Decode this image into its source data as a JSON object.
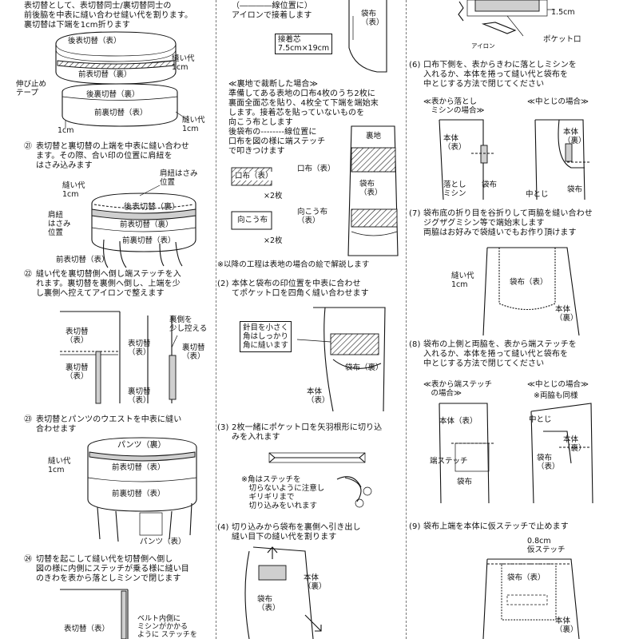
{
  "col1": {
    "intro": "表切替として、表切替同士/裏切替同士の\n前後脇を中表に縫い合わせ縫い代を割ります。\n裏切替は下端を1cm折ります",
    "fig1": {
      "back_outer": "後表切替（表）",
      "seam": "縫い代\n1cm",
      "front_outer": "前表切替（裏）",
      "tape": "伸び止め\nテープ",
      "back_inner": "後裏切替（裏）",
      "front_inner": "前裏切替（表）",
      "seam2": "縫い代\n1cm",
      "one_cm": "1cm"
    },
    "s21": {
      "num": "㉑",
      "text": "表切替と裏切替の上端を中表に縫い合わせ\nます。その際、合い印の位置に肩紐を\nはさみ込みます",
      "strap_pos": "肩紐はさみ\n位置",
      "seam": "縫い代\n1cm",
      "back": "後表切替（裏）",
      "strap_pos2": "肩紐\nはさみ\n位置",
      "front_back": "前表切替（裏）",
      "front_in": "前裏切替（表）",
      "front_out": "前表切替（表）"
    },
    "s22": {
      "num": "㉒",
      "text": "縫い代を裏切替側へ倒し端ステッチを入\nれます。裏切替を裏側へ倒し、上端を少\nし裏側へ控えてアイロンで整えます",
      "outer": "表切替\n（表）",
      "inner": "裏切替\n（表）",
      "ura": "裏側を\n少し控える",
      "outer2": "表切替\n（表）",
      "inner2": "裏切替\n（表）",
      "inner3": "裏切替\n（表）"
    },
    "s23": {
      "num": "㉓",
      "text": "表切替とパンツのウエストを中表に縫い\n合わせます",
      "pants": "パンツ（裏）",
      "seam": "縫い代\n1cm",
      "front_out": "前表切替（表）",
      "front_in": "前裏切替（表）",
      "pants2": "パンツ（表）"
    },
    "s24": {
      "num": "㉔",
      "text": "切替を起こして縫い代を切替側へ倒し\n図の様に内側にステッチが乗る様に縫い目\nのきわを表から落としミシンで閉じます",
      "outer": "表切替（表）",
      "belt": "ベルト内側に\nミシンがかかる\nように ステッチを"
    }
  },
  "col2": {
    "top_note": "（――――線位置に）\nアイロンで接着します",
    "fusing": "接着芯\n7.5cm×19cm",
    "pocket": "袋布\n（表）",
    "lining_case": "≪裏地で裁断した場合≫",
    "lining_text": "準備してある表地の口布4枚のうち2枚に\n裏面全面芯を貼り、4枚全て下端を端始末\nします。接着芯を貼っていないものを\n向こう布とします\n後袋布の--------線位置に\n口布を図の様に端ステッチ\nで叩きつけます",
    "lining": "裏地",
    "kuchi": "口布（表）",
    "kuchi_box": "口布（表）",
    "x2a": "×2枚",
    "mukou_box": "向こう布",
    "x2b": "×2枚",
    "pocket2": "袋布\n（表）",
    "mukou": "向こう布\n（表）",
    "note": "※以降の工程は表地の場合の絵で解説します",
    "s2": {
      "num": "(2)",
      "text": "本体と袋布の印位置を中表に合わせ\nてポケット口を四角く縫い合わせます",
      "stitch": "針目を小さく\n角はしっかり\n角に縫います",
      "pocket": "袋布（裏）",
      "body": "本体\n（表）"
    },
    "s3": {
      "num": "(3)",
      "text": "2枚一緒にポケット口を矢羽根形に切り込\nみを入れます",
      "warn": "※角はステッチを\n　切らないように注意し\n　ギリギリまで\n　切り込みをいれます"
    },
    "s4": {
      "num": "(4)",
      "text": "切り込みから袋布を裏側へ引き出し\n縫い目下の縫い代を割ります",
      "body": "本体\n（裏）",
      "pocket": "袋布\n（表）"
    }
  },
  "col3": {
    "top_dim": "1.5cm",
    "pocket_mouth": "ポケット口",
    "iron": "アイロン",
    "s6": {
      "num": "(6)",
      "text": "口布下側を、表からきわに落としミシンを\n入れるか、本体を捲って縫い代と袋布を\n中とじする方法で閉じてください",
      "opt1": "≪表から落とし\n　ミシンの場合≫",
      "opt2": "≪中とじの場合≫",
      "body": "本体\n（表）",
      "body2": "本体\n（裏）",
      "drop": "落とし\nミシン",
      "pocket": "袋布",
      "naka": "中とじ",
      "pocket2": "袋布"
    },
    "s7": {
      "num": "(7)",
      "text": "袋布底の折り目を谷折りして両脇を縫い合わせ\nジグザグミシン等で端始末します\n両脇はお好みで袋縫いでもお作り頂けます",
      "seam": "縫い代\n1cm",
      "pocket": "袋布（表）",
      "body": "本体\n（裏）"
    },
    "s8": {
      "num": "(8)",
      "text": "袋布の上側と両脇を、表から端ステッチを\n入れるか、本体を捲って縫い代と袋布を\n中とじする方法で閉じてください",
      "opt1": "≪表から端ステッチ\n　の場合≫",
      "opt2": "≪中とじの場合≫",
      "opt2b": "※両脇も同様",
      "body": "本体（表）",
      "stitch": "端ステッチ",
      "pocket": "袋布",
      "naka": "中とじ",
      "body2": "本体\n（裏）",
      "pocket2": "袋布\n（表）"
    },
    "s9": {
      "num": "(9)",
      "text": "袋布上端を本体に仮ステッチで止めます",
      "dim": "0.8cm\n仮ステッチ",
      "pocket": "袋布（表）",
      "body": "本体\n（裏）"
    }
  }
}
